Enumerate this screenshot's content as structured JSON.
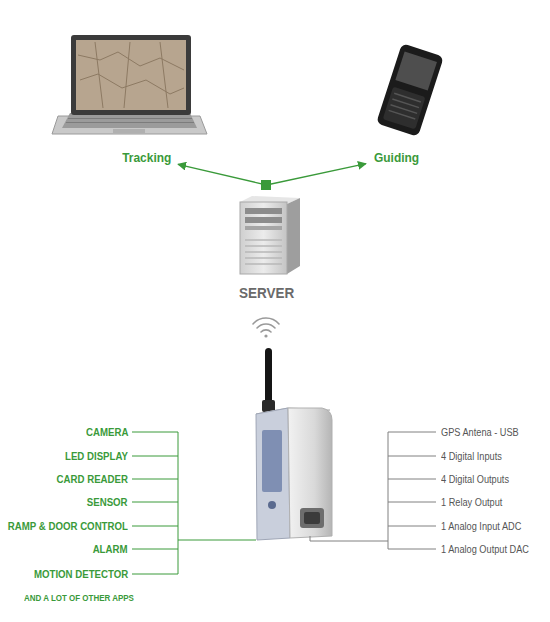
{
  "diagram": {
    "nodes": [
      {
        "text": [
          "Tracking"
        ]
      },
      {
        "text": [
          "Guiding"
        ]
      },
      {
        "text": [
          "SERVER"
        ]
      }
    ],
    "edges": [
      {
        "from": 2,
        "to": 0,
        "arrow": "to"
      },
      {
        "from": 2,
        "to": 1,
        "arrow": "to"
      }
    ],
    "labels": [
      "CAMERA",
      "LED DISPLAY",
      "CARD READER",
      "SENSOR",
      "RAMP & DOOR CONTROL",
      "ALARM",
      "MOTION DETECTOR",
      "AND A LOT OF OTHER APPS",
      "GPS Antena - USB",
      "4 Digital Inputs",
      "4 Digital Outputs",
      "1 Relay Output",
      "1 Analog Input ADC",
      "1 Analog Output DAC"
    ]
  }
}
